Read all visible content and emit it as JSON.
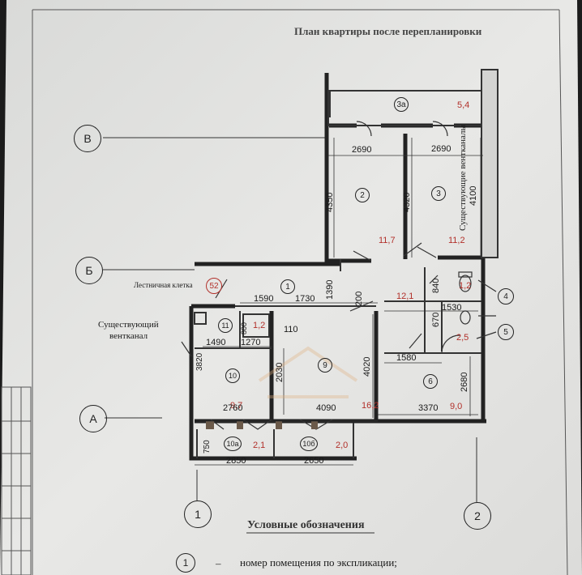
{
  "title": "План квартиры после перепланировки",
  "axes": {
    "v": "В",
    "b": "Б",
    "a": "А",
    "n1": "1",
    "n2": "2"
  },
  "labels": {
    "stair": "Лестничная клетка",
    "stair_num": "52",
    "vent1": "Существующий",
    "vent2": "вентканал",
    "vent_right": "Существующие вентканалы"
  },
  "rooms": [
    {
      "num": "3а",
      "area": "5,4"
    },
    {
      "num": "2",
      "area": "11,7"
    },
    {
      "num": "3",
      "area": "11,2"
    },
    {
      "num": "1",
      "area": "12,1"
    },
    {
      "num": "4",
      "area": "1,2"
    },
    {
      "num": "5",
      "area": "2,5"
    },
    {
      "num": "6",
      "area": "9,0"
    },
    {
      "num": "9",
      "area": "16,2"
    },
    {
      "num": "10",
      "area": "9,7"
    },
    {
      "num": "11",
      "area": "1,2"
    },
    {
      "num": "10а",
      "area": "2,1"
    },
    {
      "num": "10б",
      "area": "2,0"
    }
  ],
  "dims": {
    "d2690a": "2690",
    "d2690b": "2690",
    "d4350": "4350",
    "d4320": "4320",
    "d4100": "4100",
    "d1390": "1390",
    "d1590": "1590",
    "d1730": "1730",
    "d200": "200",
    "d840": "840",
    "d1530": "1530",
    "d670": "670",
    "d800": "800",
    "d110": "110",
    "d1490": "1490",
    "d1270": "1270",
    "d3820": "3820",
    "d2030": "2030",
    "d4020": "4020",
    "d1580": "1580",
    "d2680": "2680",
    "d2760": "2760",
    "d4090": "4090",
    "d3370": "3370",
    "d750": "750",
    "d2850": "2850",
    "d2650": "2650"
  },
  "legend": {
    "heading": "Условные обозначения",
    "sym": "1",
    "dash": "–",
    "text": "номер помещения по экспликации;"
  }
}
